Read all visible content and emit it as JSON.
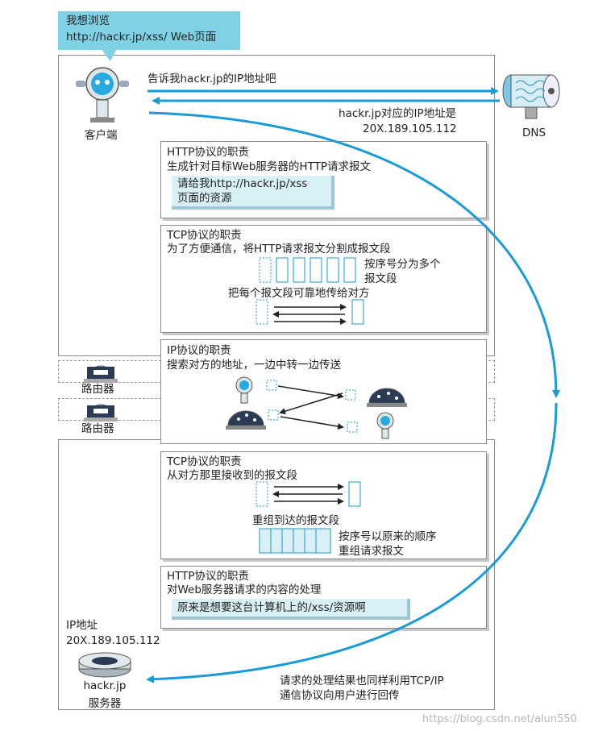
{
  "speech_bubble": {
    "line1": "我想浏览",
    "line2": "http://hackr.jp/xss/ Web页面"
  },
  "client": {
    "label": "客户端"
  },
  "dns": {
    "label": "DNS",
    "query": "告诉我hackr.jp的IP地址吧",
    "answer_line1": "hackr.jp对应的IP地址是",
    "answer_line2": "20X.189.105.112"
  },
  "http_client": {
    "title": "HTTP协议的职责",
    "desc": "生成针对目标Web服务器的HTTP请求报文",
    "msg_line1": "请给我http://hackr.jp/xss",
    "msg_line2": "页面的资源"
  },
  "tcp_client": {
    "title": "TCP协议的职责",
    "desc": "为了方便通信，将HTTP请求报文分割成报文段",
    "note_line1": "按序号分为多个",
    "note_line2": "报文段",
    "send_desc": "把每个报文段可靠地传给对方"
  },
  "ip": {
    "title": "IP协议的职责",
    "desc": "搜索对方的地址，一边中转一边传送"
  },
  "routers": [
    {
      "label": "路由器"
    },
    {
      "label": "路由器"
    }
  ],
  "tcp_server": {
    "title": "TCP协议的职责",
    "desc": "从对方那里接收到的报文段",
    "reassemble": "重组到达的报文段",
    "note_line1": "按序号以原来的顺序",
    "note_line2": "重组请求报文"
  },
  "http_server": {
    "title": "HTTP协议的职责",
    "desc": "对Web服务器请求的内容的处理",
    "msg": "原来是想要这台计算机上的/xss/资源啊"
  },
  "server": {
    "ip_label": "IP地址",
    "ip_value": "20X.189.105.112",
    "name_line1": "hackr.jp",
    "name_line2": "服务器"
  },
  "response": {
    "line1": "请求的处理结果也同样利用TCP/IP",
    "line2": "通信协议向用户进行回传"
  },
  "watermark": "https://blog.csdn.net/alun550",
  "colors": {
    "accent": "#1a9ad6",
    "bubble": "#7fd1e6",
    "message_box": "#d9f0f7",
    "border": "#8a8a8a"
  }
}
